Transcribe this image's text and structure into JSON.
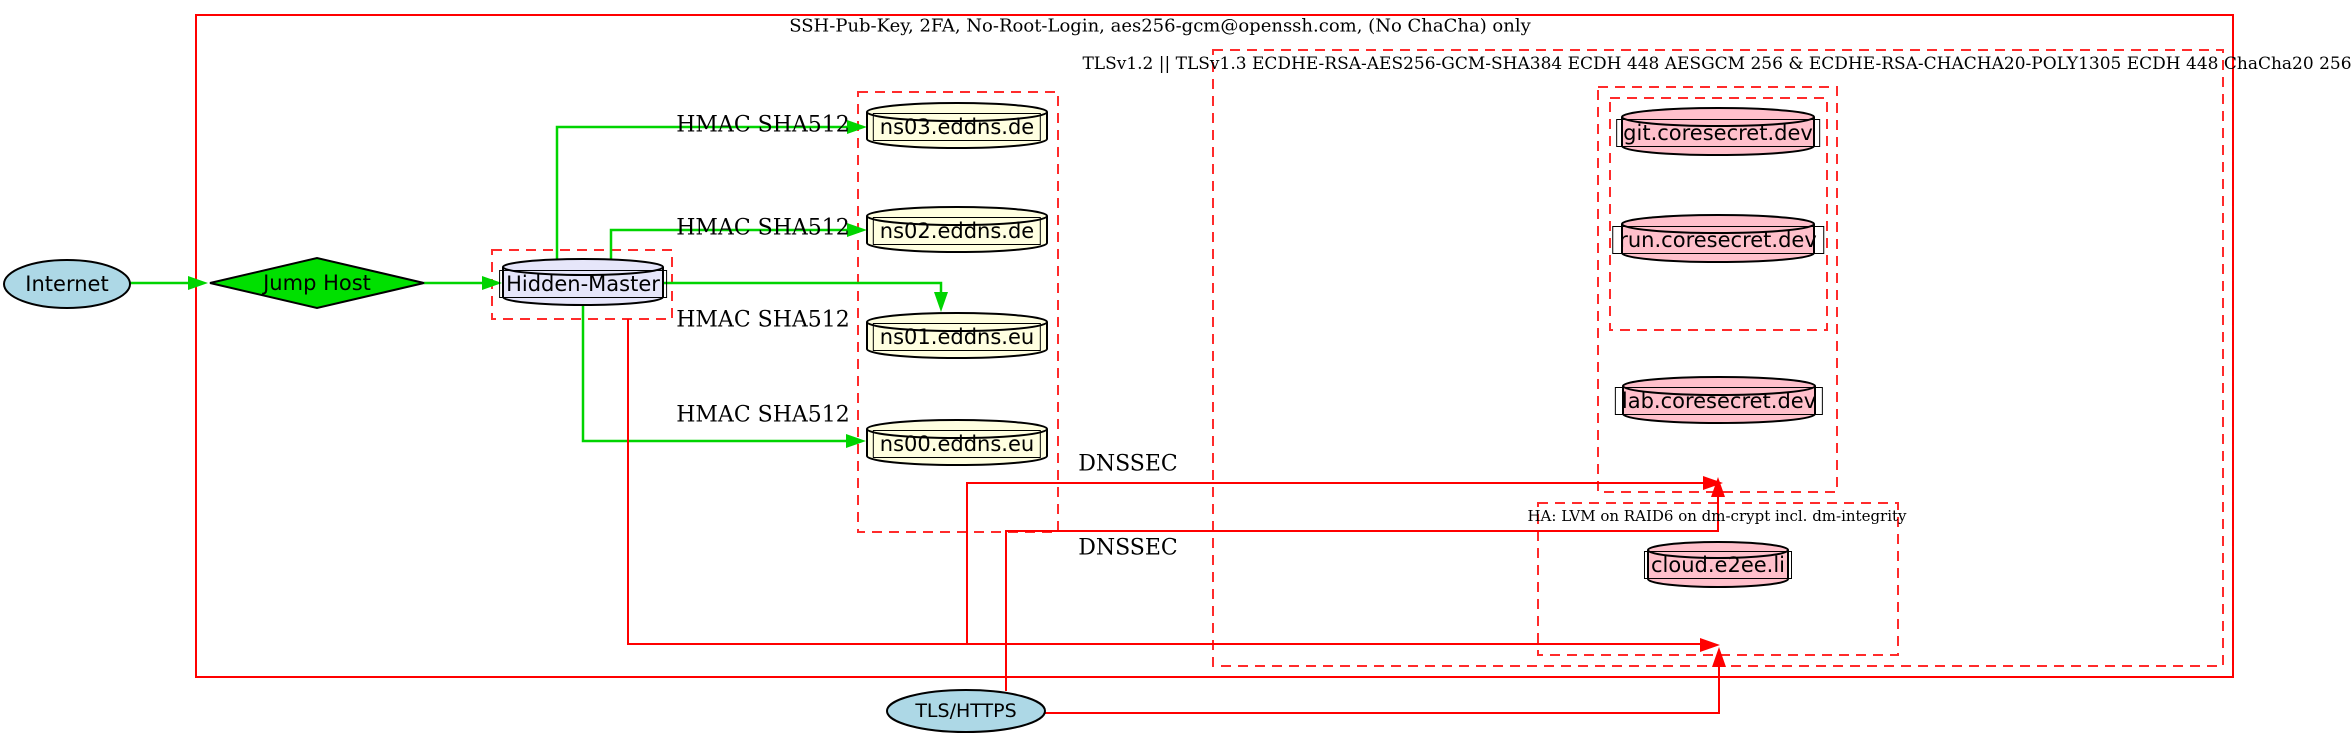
{
  "diagram": {
    "graph_label": "SSH-Pub-Key, 2FA, No-Root-Login, aes256-gcm@openssh.com, (No ChaCha) only",
    "clusters": {
      "tls_label": "TLSv1.2 || TLSv1.3 ECDHE-RSA-AES256-GCM-SHA384 ECDH 448 AESGCM 256 & ECDHE-RSA-CHACHA20-POLY1305 ECDH 448 ChaCha20 256",
      "ha_label": "HA: LVM on RAID6 on dm-crypt incl. dm-integrity"
    },
    "nodes": {
      "internet": "Internet",
      "jump_host": "Jump Host",
      "hidden_master": "Hidden-Master",
      "ns03": "ns03.eddns.de",
      "ns02": "ns02.eddns.de",
      "ns01": "ns01.eddns.eu",
      "ns00": "ns00.eddns.eu",
      "git": "git.coresecret.dev",
      "run": "run.coresecret.dev",
      "lab": "lab.coresecret.dev",
      "cloud": "cloud.e2ee.li",
      "tls_https": "TLS/HTTPS"
    },
    "edge_labels": {
      "hmac_ns03": "HMAC SHA512",
      "hmac_ns02": "HMAC SHA512",
      "hmac_ns01": "HMAC SHA512",
      "hmac_ns00": "HMAC SHA512",
      "dnssec_1": "DNSSEC",
      "dnssec_2": "DNSSEC"
    },
    "colors": {
      "edge_green": "#00d400",
      "edge_red": "#ff0000",
      "cluster_dash_red": "#ff2b2b",
      "node_blue": "#add8e6",
      "node_green": "#00e000",
      "node_lavender": "#e6e6fa",
      "node_yellow": "#ffffe0",
      "node_pink": "#ffc0cb"
    }
  }
}
